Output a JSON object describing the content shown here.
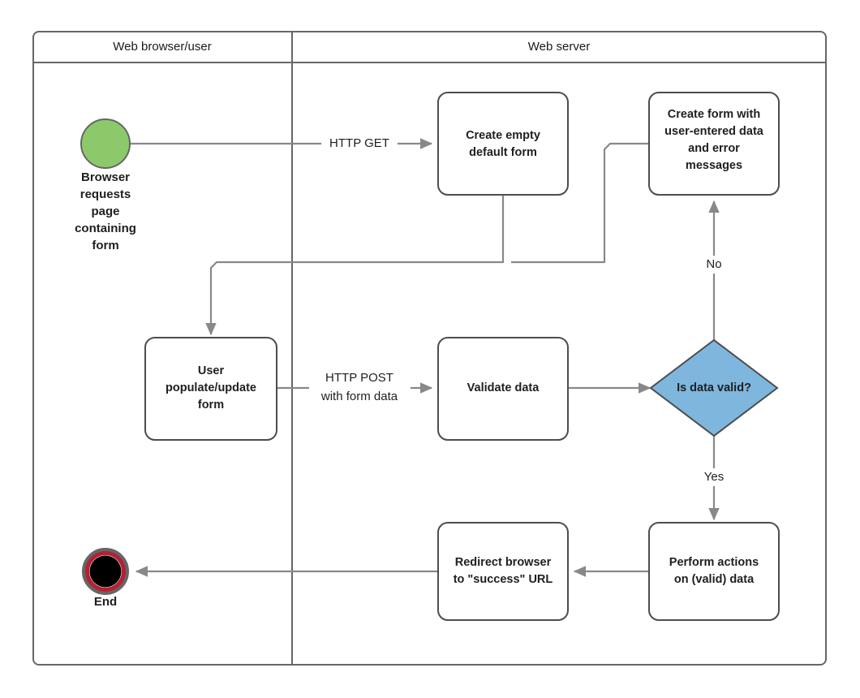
{
  "diagram": {
    "type": "swimlane-activity-flowchart",
    "background_color": "#ffffff",
    "border_color": "#666666",
    "edge_color": "#888888"
  },
  "lanes": [
    {
      "id": "lane-browser",
      "title": "Web browser/user"
    },
    {
      "id": "lane-server",
      "title": "Web server"
    }
  ],
  "nodes": {
    "start": {
      "shape": "circle",
      "fill": "#8CC96A",
      "caption": [
        "Browser",
        "requests",
        "page",
        "containing",
        "form"
      ]
    },
    "create_empty_form": {
      "shape": "rounded-rect",
      "fill": "#ffffff",
      "label": [
        "Create empty",
        "default form"
      ]
    },
    "create_form_errors": {
      "shape": "rounded-rect",
      "fill": "#ffffff",
      "label": [
        "Create form with",
        "user-entered data",
        "and error",
        "messages"
      ]
    },
    "user_populate": {
      "shape": "rounded-rect",
      "fill": "#ffffff",
      "label": [
        "User",
        "populate/update",
        "form"
      ]
    },
    "validate_data": {
      "shape": "rounded-rect",
      "fill": "#ffffff",
      "label": [
        "Validate data"
      ]
    },
    "is_data_valid": {
      "shape": "diamond",
      "fill": "#7EB6DE",
      "label": [
        "Is data valid?"
      ]
    },
    "perform_actions": {
      "shape": "rounded-rect",
      "fill": "#ffffff",
      "label": [
        "Perform actions",
        "on (valid) data"
      ]
    },
    "redirect_browser": {
      "shape": "rounded-rect",
      "fill": "#ffffff",
      "label": [
        "Redirect browser",
        "to \"success\" URL"
      ]
    },
    "end": {
      "shape": "end-circle",
      "fill": "#000000",
      "ring_color": "#B32134",
      "caption": "End"
    }
  },
  "edge_labels": {
    "http_get": "HTTP GET",
    "http_post_line1": "HTTP POST",
    "http_post_line2": "with form data",
    "branch_no": "No",
    "branch_yes": "Yes"
  }
}
